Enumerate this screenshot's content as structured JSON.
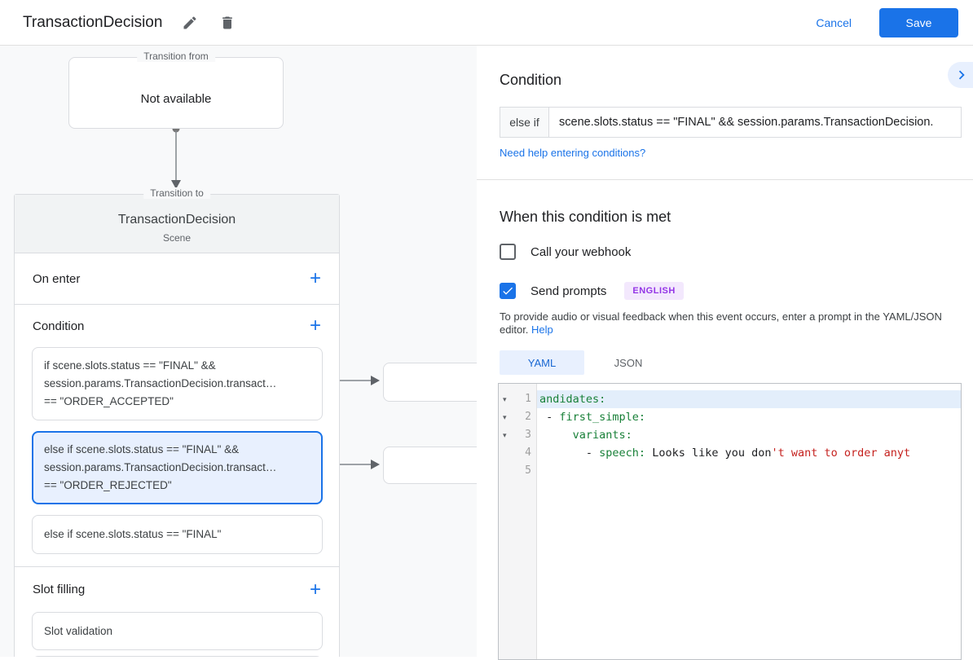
{
  "header": {
    "title": "TransactionDecision",
    "cancel_label": "Cancel",
    "save_label": "Save"
  },
  "icons": {
    "plus": "+",
    "fold": "▾"
  },
  "colors": {
    "accent": "#1a73e8",
    "selected_card_bg": "#e8f0fe",
    "badge_text": "#9334e6",
    "badge_bg": "#f3e8fd",
    "code_key": "#188038",
    "code_string": "#c5221f",
    "canvas_bg": "#f8f9fa"
  },
  "canvas": {
    "transition_from": {
      "legend": "Transition from",
      "text": "Not available"
    },
    "scene": {
      "legend": "Transition to",
      "name": "TransactionDecision",
      "type_label": "Scene",
      "on_enter_label": "On enter",
      "condition_label": "Condition",
      "condition_cards": [
        {
          "lines": [
            "if scene.slots.status == \"FINAL\" &&",
            "session.params.TransactionDecision.transact…",
            "== \"ORDER_ACCEPTED\""
          ],
          "selected": false
        },
        {
          "lines": [
            "else if scene.slots.status == \"FINAL\" &&",
            "session.params.TransactionDecision.transact…",
            "== \"ORDER_REJECTED\""
          ],
          "selected": true
        },
        {
          "lines": [
            "else if scene.slots.status == \"FINAL\""
          ],
          "selected": false
        }
      ],
      "slot_filling_label": "Slot filling",
      "slot_cards": [
        {
          "label": "Slot validation"
        }
      ]
    }
  },
  "panel": {
    "heading": "Condition",
    "condition": {
      "prefix": "else if",
      "value": "scene.slots.status == \"FINAL\" && session.params.TransactionDecision."
    },
    "help_link": "Need help entering conditions?",
    "when_heading": "When this condition is met",
    "webhook": {
      "label": "Call your webhook",
      "checked": false
    },
    "prompts": {
      "label": "Send prompts",
      "checked": true,
      "badge": "ENGLISH"
    },
    "helper": {
      "text": "To provide audio or visual feedback when this event occurs, enter a prompt in the YAML/JSON editor.",
      "link": "Help"
    },
    "tabs": {
      "yaml": "YAML",
      "json": "JSON",
      "active": "YAML"
    },
    "editor": {
      "line_numbers": [
        "1",
        "2",
        "3",
        "4",
        "5"
      ],
      "lines": [
        {
          "segments": [
            {
              "t": "andidates:",
              "c": "key"
            }
          ]
        },
        {
          "segments": [
            {
              "t": " - ",
              "c": "plain"
            },
            {
              "t": "first_simple:",
              "c": "key"
            }
          ]
        },
        {
          "segments": [
            {
              "t": "     ",
              "c": "plain"
            },
            {
              "t": "variants:",
              "c": "key"
            }
          ]
        },
        {
          "segments": [
            {
              "t": "       - ",
              "c": "plain"
            },
            {
              "t": "speech:",
              "c": "key"
            },
            {
              "t": " Looks like you don",
              "c": "plain"
            },
            {
              "t": "'t want to order anyt",
              "c": "str"
            }
          ]
        },
        {
          "segments": []
        }
      ]
    }
  }
}
